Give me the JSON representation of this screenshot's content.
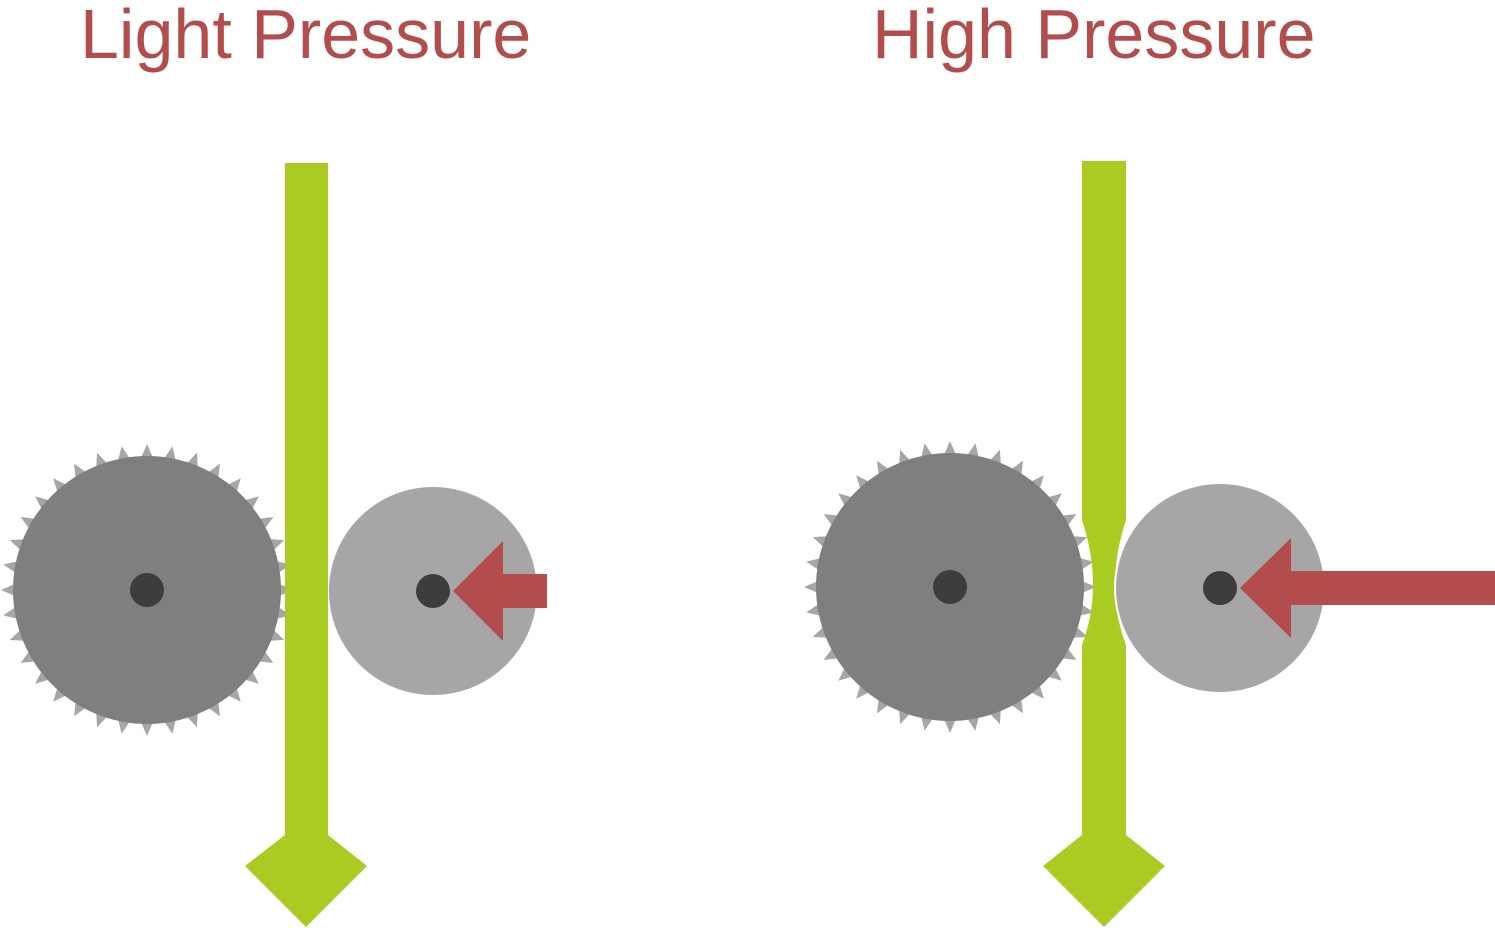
{
  "panels": [
    {
      "title": "Light Pressure",
      "pressure": "light"
    },
    {
      "title": "High Pressure",
      "pressure": "high"
    }
  ],
  "colors": {
    "title": "#b34d4d",
    "filament": "#aacc22",
    "drive_gear": "#7f7f7f",
    "gear_teeth": "#a6a6a6",
    "idler": "#a6a6a6",
    "axle": "#3d3d3d",
    "force_arrow": "#b34d4d",
    "background": "#ffffff"
  },
  "icons": {
    "drive_gear": "gear-icon",
    "idler": "circle-icon",
    "filament": "arrow-down-icon",
    "force": "arrow-left-icon"
  }
}
